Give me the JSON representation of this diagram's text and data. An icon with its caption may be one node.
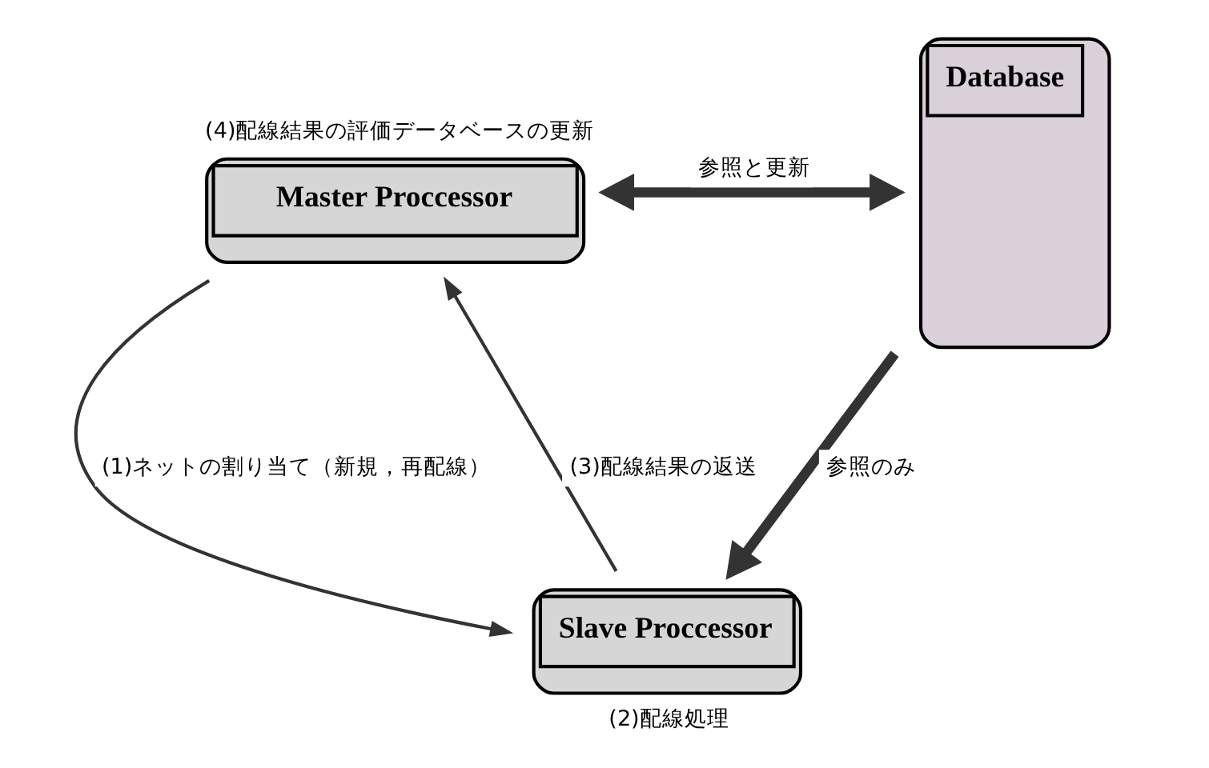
{
  "diagram": {
    "nodes": [
      {
        "text": [
          "Master Proccessor"
        ],
        "beside": [
          "(4)配線結果の評価データベースの更新"
        ]
      },
      {
        "text": [
          "Slave Proccessor"
        ],
        "beside": [
          "(2)配線処理"
        ]
      },
      {
        "text": [
          "Database"
        ]
      }
    ],
    "edges": [
      {
        "from": 0,
        "to": 1,
        "arrow": "to",
        "label": "(1)ネットの割り当て（新規，再配線）"
      },
      {
        "from": 1,
        "to": 0,
        "arrow": "to",
        "label": "(3)配線結果の返送"
      },
      {
        "from": 0,
        "to": 2,
        "arrow": "both",
        "label": "参照と更新",
        "style": "thick"
      },
      {
        "from": 2,
        "to": 1,
        "arrow": "to",
        "label": "参照のみ",
        "style": "thick"
      }
    ]
  }
}
